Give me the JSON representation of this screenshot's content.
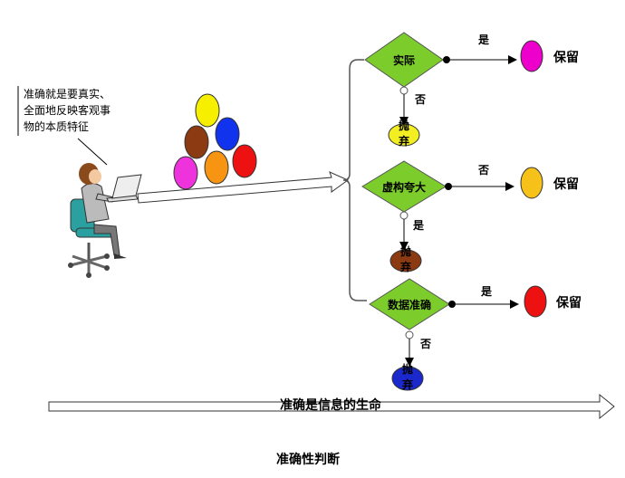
{
  "quote_lines": [
    "准确就是要真实、",
    "全面地反映客观事",
    "物的本质特征"
  ],
  "decisions": [
    {
      "label": "实际",
      "right_label": "是",
      "down_label": "否",
      "keep_label": "保留",
      "discard_label_top": "抛",
      "discard_label_bottom": "弃",
      "keep_color": "#ee00cc",
      "discard_color": "#f2ee22"
    },
    {
      "label": "虚构夸大",
      "right_label": "否",
      "down_label": "是",
      "keep_label": "保留",
      "discard_label_top": "抛",
      "discard_label_bottom": "弃",
      "keep_color": "#f6c21a",
      "discard_color": "#8b3a12"
    },
    {
      "label": "数据准确",
      "right_label": "是",
      "down_label": "否",
      "keep_label": "保留",
      "discard_label_top": "抛",
      "discard_label_bottom": "弃",
      "keep_color": "#ee1111",
      "discard_color": "#1a28cc"
    }
  ],
  "colors": {
    "diamond_fill": "#7ccc2c",
    "balloons": [
      "#f6f000",
      "#8b3a12",
      "#1133ee",
      "#ee33dd",
      "#f79411",
      "#ee1111"
    ]
  },
  "bottom_arrow_text": "准确是信息的生命",
  "caption": "准确性判断"
}
